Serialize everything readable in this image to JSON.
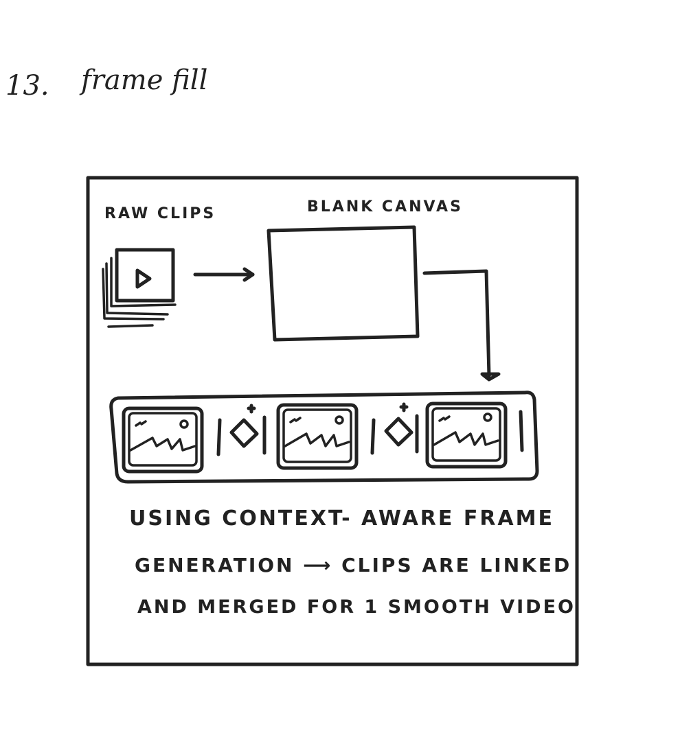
{
  "title": {
    "number": "13.",
    "text": "frame fill"
  },
  "diagram": {
    "raw_clips_label": "RAW CLIPS",
    "blank_canvas_label": "BLANK CANVAS",
    "caption_lines": [
      "USING CONTEXT- AWARE FRAME",
      "GENERATION ⟶ CLIPS ARE LINKED",
      "AND MERGED FOR 1 SMOOTH VIDEO"
    ],
    "ink_color": "#222222"
  }
}
